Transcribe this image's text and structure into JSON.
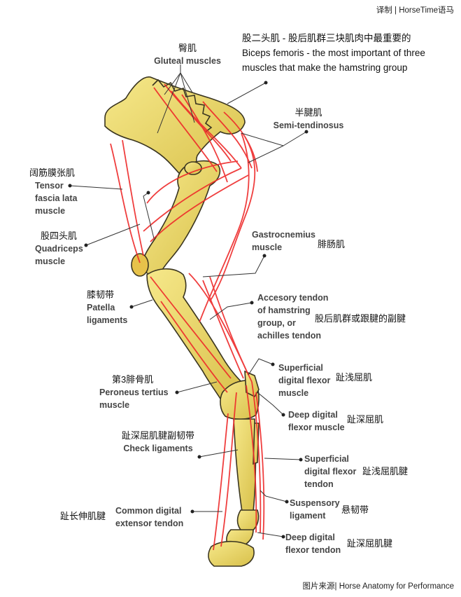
{
  "header_credit": "译制 | HorseTime语马",
  "footer_credit": "图片来源| Horse Anatomy for Performance",
  "description": {
    "zh": "股二头肌 - 股后肌群三块肌肉中最重要的",
    "en_line1": "Biceps femoris - the most important of three",
    "en_line2": "muscles that make the hamstring group"
  },
  "labels": {
    "gluteal": {
      "zh": "臀肌",
      "en": [
        "Gluteal muscles"
      ]
    },
    "semitendinosus": {
      "zh": "半腱肌",
      "en": [
        "Semi-tendinosus"
      ]
    },
    "tensor": {
      "zh": "阔筋膜张肌",
      "en": [
        "Tensor",
        "fascia lata",
        "muscle"
      ]
    },
    "quadriceps": {
      "zh": "股四头肌",
      "en": [
        "Quadriceps",
        "muscle"
      ]
    },
    "gastrocnemius": {
      "zh": "腓肠肌",
      "en": [
        "Gastrocnemius",
        "muscle"
      ]
    },
    "patella": {
      "zh": "膝韧带",
      "en": [
        "Patella",
        "ligaments"
      ]
    },
    "accessory": {
      "zh": "股后肌群或跟腱的副腱",
      "en": [
        "Accesory tendon",
        "of hamstring",
        "group, or",
        "achilles tendon"
      ]
    },
    "peroneus": {
      "zh": "第3腓骨肌",
      "en": [
        "Peroneus tertius",
        "muscle"
      ]
    },
    "sdf_muscle": {
      "zh": "趾浅屈肌",
      "en": [
        "Superficial",
        "digital flexor",
        "muscle"
      ]
    },
    "ddf_muscle": {
      "zh": "趾深屈肌",
      "en": [
        "Deep digital",
        "flexor muscle"
      ]
    },
    "check": {
      "zh": "趾深屈肌腱副韧带",
      "en": [
        "Check ligaments"
      ]
    },
    "sdf_tendon": {
      "zh": "趾浅屈肌腱",
      "en": [
        "Superficial",
        "digital flexor",
        "tendon"
      ]
    },
    "suspensory": {
      "zh": "悬韧带",
      "en": [
        "Suspensory",
        "ligament"
      ]
    },
    "common_ext": {
      "zh": "趾长伸肌腱",
      "en": [
        "Common digital",
        "extensor tendon"
      ]
    },
    "ddf_tendon": {
      "zh": "趾深屈肌腱",
      "en": [
        "Deep digital",
        "flexor tendon"
      ]
    }
  },
  "colors": {
    "bone": "#f0dc6a",
    "bone_outline": "#3a3520",
    "muscle_line": "#ee2a2a",
    "leader": "#333333"
  }
}
